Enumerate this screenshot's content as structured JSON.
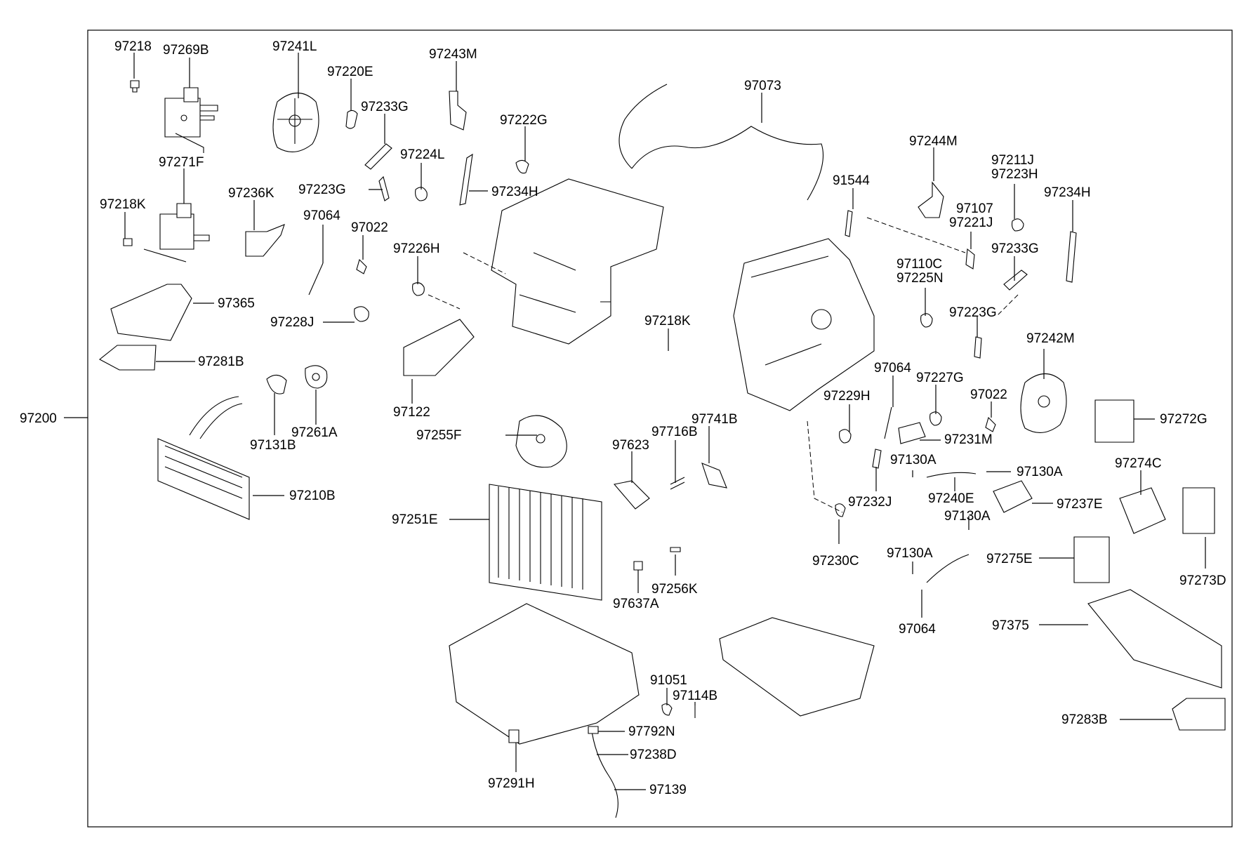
{
  "assembly_label": "97200",
  "part_labels": [
    "97218",
    "97269B",
    "97241L",
    "97220E",
    "97243M",
    "97233G",
    "97222G",
    "97073",
    "97271F",
    "97224L",
    "97244M",
    "97211J",
    "97223H",
    "97236K",
    "97223G",
    "97234H",
    "91544",
    "97107",
    "97221J",
    "97234H",
    "97218K",
    "97064",
    "97022",
    "97233G",
    "97226H",
    "97110C",
    "97225N",
    "97365",
    "97228J",
    "97223G",
    "97218K",
    "97242M",
    "97281B",
    "97064",
    "97227G",
    "97022",
    "97122",
    "97229H",
    "97272G",
    "97261A",
    "97741B",
    "97131B",
    "97255F",
    "97716B",
    "97231M",
    "97623",
    "97130A",
    "97130A",
    "97274C",
    "97210B",
    "97232J",
    "97240E",
    "97237E",
    "97251E",
    "97130A",
    "97230C",
    "97130A",
    "97275E",
    "97256K",
    "97273D",
    "97637A",
    "97375",
    "97064",
    "91051",
    "97114B",
    "97283B",
    "97792N",
    "97238D",
    "97291H",
    "97139"
  ]
}
